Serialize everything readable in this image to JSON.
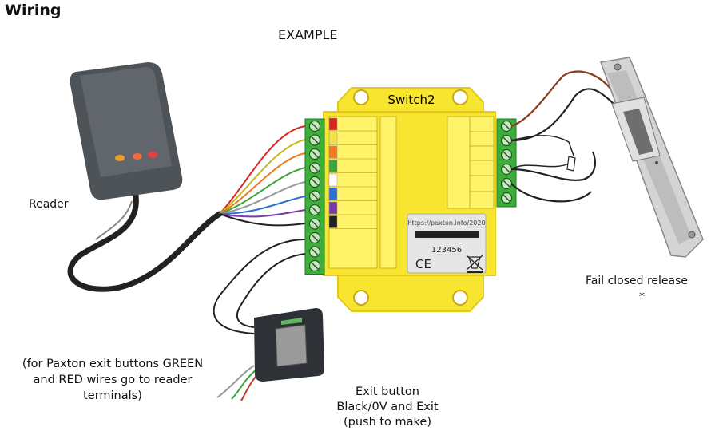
{
  "title": "Wiring",
  "example_label": "EXAMPLE",
  "controller": {
    "name": "Switch2",
    "barcode_number": "123456",
    "barcode_url": "https://paxton.info/2020",
    "ce_mark": "CE"
  },
  "labels": {
    "reader": "Reader",
    "fail_closed": "Fail closed release",
    "fail_closed_mark": "*",
    "paxton_note": "(for Paxton exit buttons GREEN and RED wires go to reader terminals)",
    "exit_button_line1": "Exit button",
    "exit_button_line2": "Black/0V and Exit",
    "exit_button_line3": "(push to make)"
  },
  "colors": {
    "controller_yellow": "#f7e52f",
    "terminal_green": "#3cae3a",
    "reader_body": "#555a60",
    "lock_metal": "#c9c9c9"
  },
  "left_terminal_wire_colors": [
    "#d7261e",
    "#f0e34a",
    "#f07a1e",
    "#3aa53a",
    "#ffffff",
    "#2a6fd1",
    "#7a3aa8",
    "#222222"
  ],
  "right_terminal_wire_colors": [
    "#8a3b1c",
    "#222222"
  ]
}
